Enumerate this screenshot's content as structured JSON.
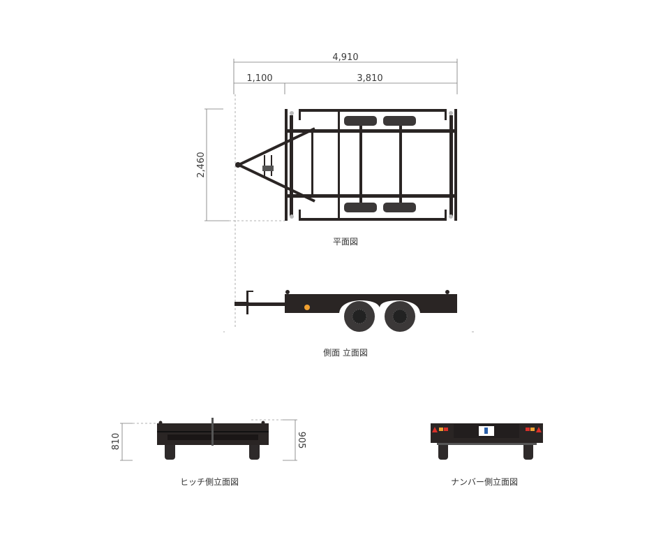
{
  "plan_view": {
    "title": "平面図",
    "dimensions": {
      "overall_length": "4,910",
      "hitch_length": "1,100",
      "bed_length": "3,810",
      "width": "2,460"
    }
  },
  "side_view": {
    "title": "側面 立面図"
  },
  "hitch_view": {
    "title": "ヒッチ側立面図",
    "dimensions": {
      "deck_height": "810",
      "overall_height": "905"
    }
  },
  "rear_view": {
    "title": "ナンバー側立面図"
  },
  "colors": {
    "frame": "#2a2524",
    "tire": "#3b3838",
    "light_red": "#d9302a",
    "light_amber": "#f0a030",
    "plate_blue": "#2b5fa8"
  }
}
